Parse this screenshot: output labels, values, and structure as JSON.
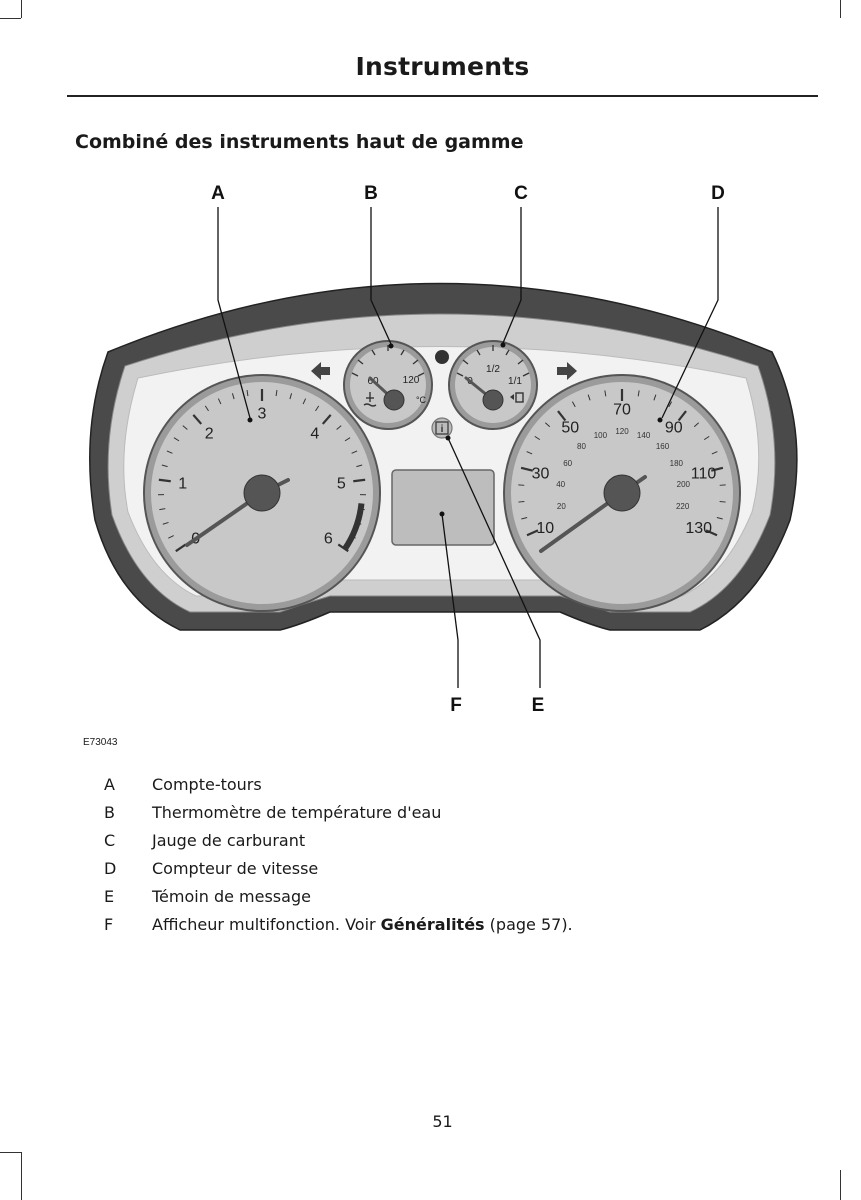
{
  "header": {
    "title": "Instruments"
  },
  "section": {
    "heading": "Combiné des instruments haut de gamme"
  },
  "figure": {
    "callouts": [
      "A",
      "B",
      "C",
      "D",
      "E",
      "F"
    ],
    "tachometer": {
      "ticks": [
        "0",
        "1",
        "2",
        "3",
        "4",
        "5",
        "6"
      ]
    },
    "temperature": {
      "labels": [
        "60",
        "120",
        "°C"
      ]
    },
    "fuel": {
      "labels": [
        "0",
        "1/2",
        "1/1"
      ]
    },
    "speedometer": {
      "outer": [
        "10",
        "30",
        "50",
        "70",
        "90",
        "110",
        "130"
      ],
      "inner": [
        "20",
        "40",
        "60",
        "80",
        "100",
        "120",
        "140",
        "160",
        "180",
        "200",
        "220"
      ]
    },
    "message_icon": "info-icon",
    "code": "E73043"
  },
  "legend": [
    {
      "key": "A",
      "text": "Compte-tours"
    },
    {
      "key": "B",
      "text": "Thermomètre de température d'eau"
    },
    {
      "key": "C",
      "text": "Jauge de carburant"
    },
    {
      "key": "D",
      "text": "Compteur de vitesse"
    },
    {
      "key": "E",
      "text": "Témoin de message"
    },
    {
      "key": "F",
      "text_before": "Afficheur multifonction.  Voir ",
      "link": "Généralités",
      "text_after": " (page 57)."
    }
  ],
  "footer": {
    "page_number": "51"
  }
}
